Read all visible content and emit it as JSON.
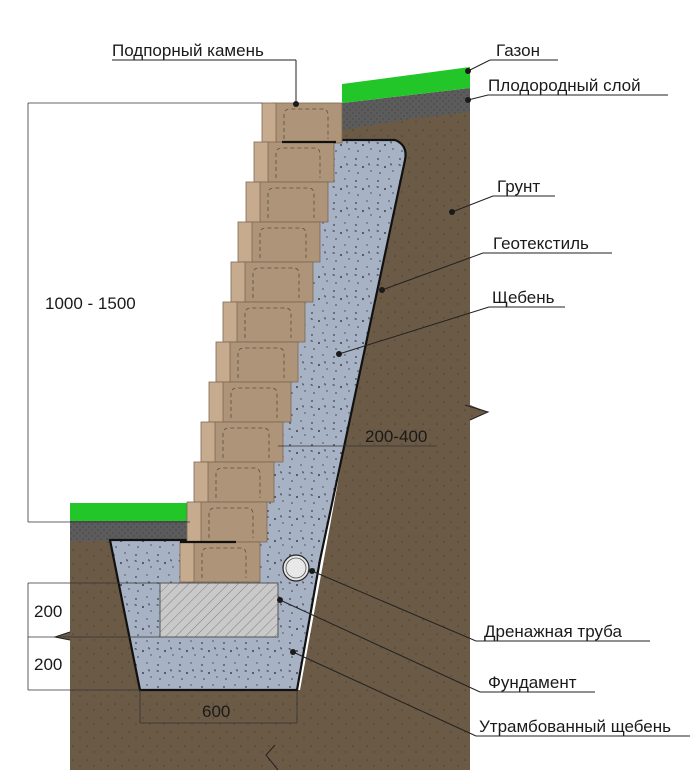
{
  "labels": {
    "retaining_stone": "Подпорный камень",
    "lawn": "Газон",
    "fertile_layer": "Плодородный слой",
    "soil": "Грунт",
    "geotextile": "Геотекстиль",
    "gravel": "Щебень",
    "drain_pipe": "Дренажная труба",
    "foundation": "Фундамент",
    "compacted_gravel": "Утрамбованный щебень"
  },
  "dimensions": {
    "wall_height": "1000 - 1500",
    "backfill_width": "200-400",
    "foundation_height": "200",
    "base_height": "200",
    "base_width": "600"
  },
  "colors": {
    "soil": "#6b5a45",
    "gravel": "#a7b2c4",
    "stone": "#c7ab8f",
    "stone_dark": "#ae9478",
    "lawn": "#22c629",
    "fertile": "#5c5c5c",
    "foundation": "#c9c9c9"
  }
}
